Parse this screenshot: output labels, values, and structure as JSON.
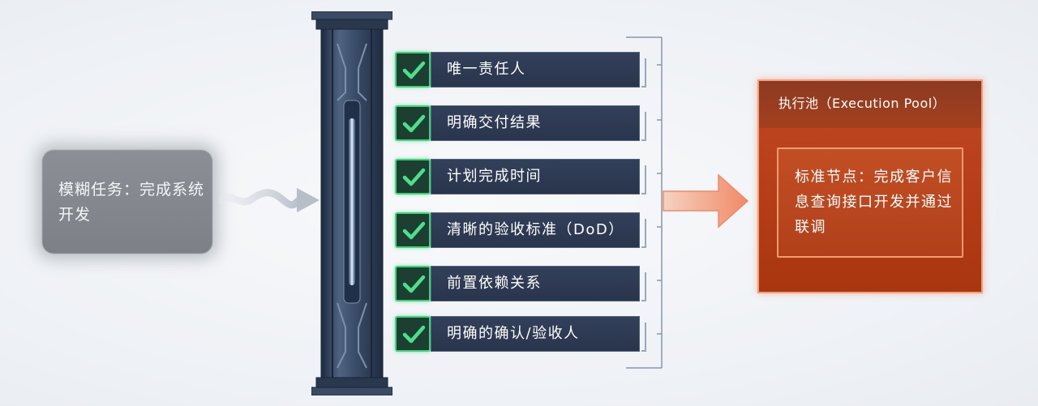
{
  "vague_task": {
    "text": "模糊任务：完成系统开发"
  },
  "checklist": [
    {
      "label": "唯一责任人",
      "checked": true
    },
    {
      "label": "明确交付结果",
      "checked": true
    },
    {
      "label": "计划完成时间",
      "checked": true
    },
    {
      "label": "清晰的验收标准（DoD）",
      "checked": true
    },
    {
      "label": "前置依赖关系",
      "checked": true
    },
    {
      "label": "明确的确认/验收人",
      "checked": true
    }
  ],
  "execution_pool": {
    "title": "执行池（Execution Pool）",
    "node_text": "标准节点：完成客户信息查询接口开发并通过联调"
  },
  "colors": {
    "check_green": "#3fd27a",
    "bar_navy": "#2e3a52",
    "pool_orange": "#b53d18",
    "arrow_orange": "#f08a66"
  },
  "icons": {
    "check": "check-icon",
    "wavy_arrow": "wavy-arrow-icon",
    "right_arrow": "right-arrow-icon"
  }
}
